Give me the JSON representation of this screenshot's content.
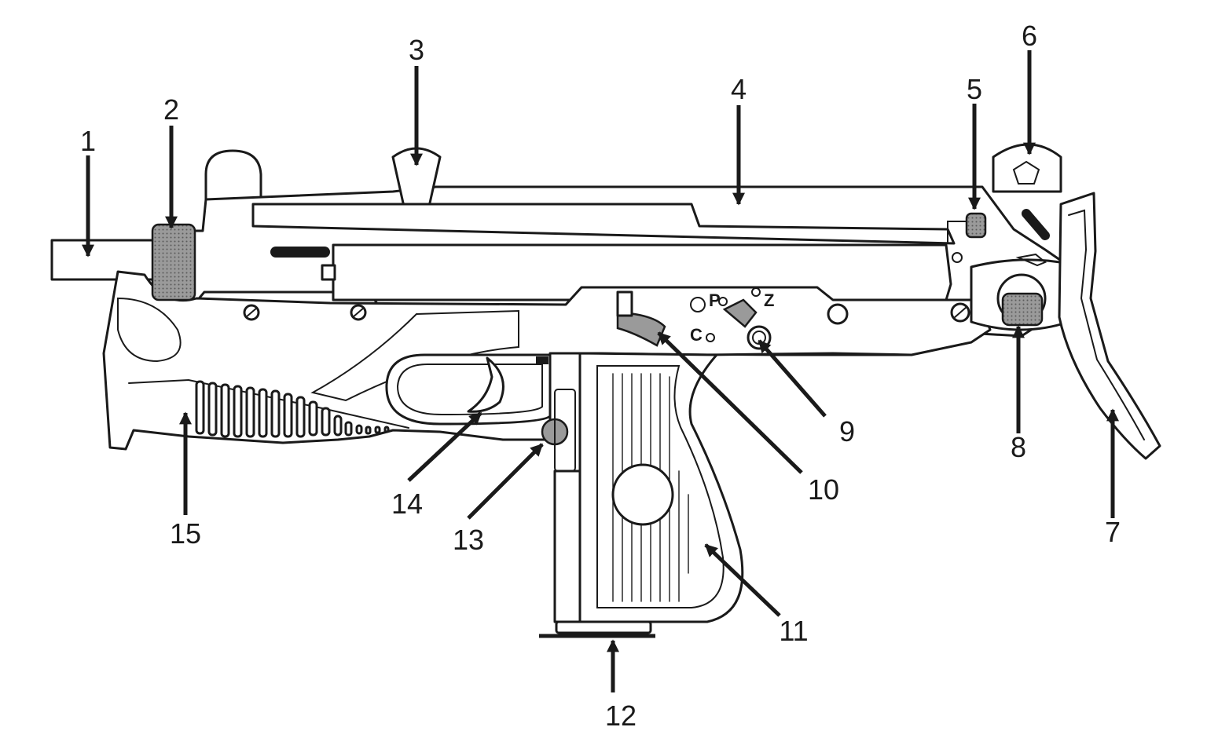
{
  "colors": {
    "ink": "#1a1a1a",
    "paper": "#ffffff",
    "knurl": "#9a9a9a"
  },
  "selector_marks": {
    "p": "P",
    "z": "Z",
    "c": "C"
  },
  "callouts": [
    {
      "id": "1",
      "label": "1"
    },
    {
      "id": "2",
      "label": "2"
    },
    {
      "id": "3",
      "label": "3"
    },
    {
      "id": "4",
      "label": "4"
    },
    {
      "id": "5",
      "label": "5"
    },
    {
      "id": "6",
      "label": "6"
    },
    {
      "id": "7",
      "label": "7"
    },
    {
      "id": "8",
      "label": "8"
    },
    {
      "id": "9",
      "label": "9"
    },
    {
      "id": "10",
      "label": "10"
    },
    {
      "id": "11",
      "label": "11"
    },
    {
      "id": "12",
      "label": "12"
    },
    {
      "id": "13",
      "label": "13"
    },
    {
      "id": "14",
      "label": "14"
    },
    {
      "id": "15",
      "label": "15"
    }
  ]
}
